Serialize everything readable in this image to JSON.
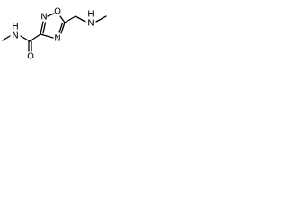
{
  "structure": {
    "atoms": {
      "n_amide": "N",
      "h_amide": "H",
      "o_carbonyl": "O",
      "n_ring_2": "N",
      "o_ring_1": "O",
      "n_ring_4": "N",
      "n_amine": "N",
      "h_amine": "H"
    }
  }
}
